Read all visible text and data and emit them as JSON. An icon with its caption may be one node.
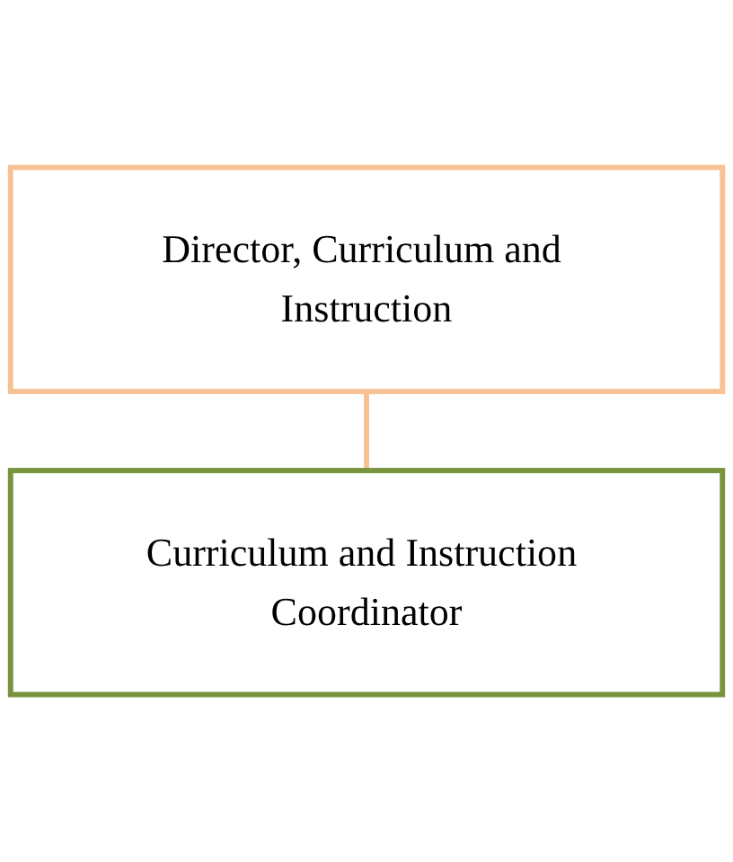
{
  "diagram": {
    "nodes": [
      {
        "text": [
          "Director, Curriculum and Instruction"
        ]
      },
      {
        "text": [
          "Curriculum and Instruction Coordinator"
        ]
      }
    ],
    "edges": [
      {
        "from": 0,
        "to": 1,
        "arrow": "none"
      }
    ]
  }
}
